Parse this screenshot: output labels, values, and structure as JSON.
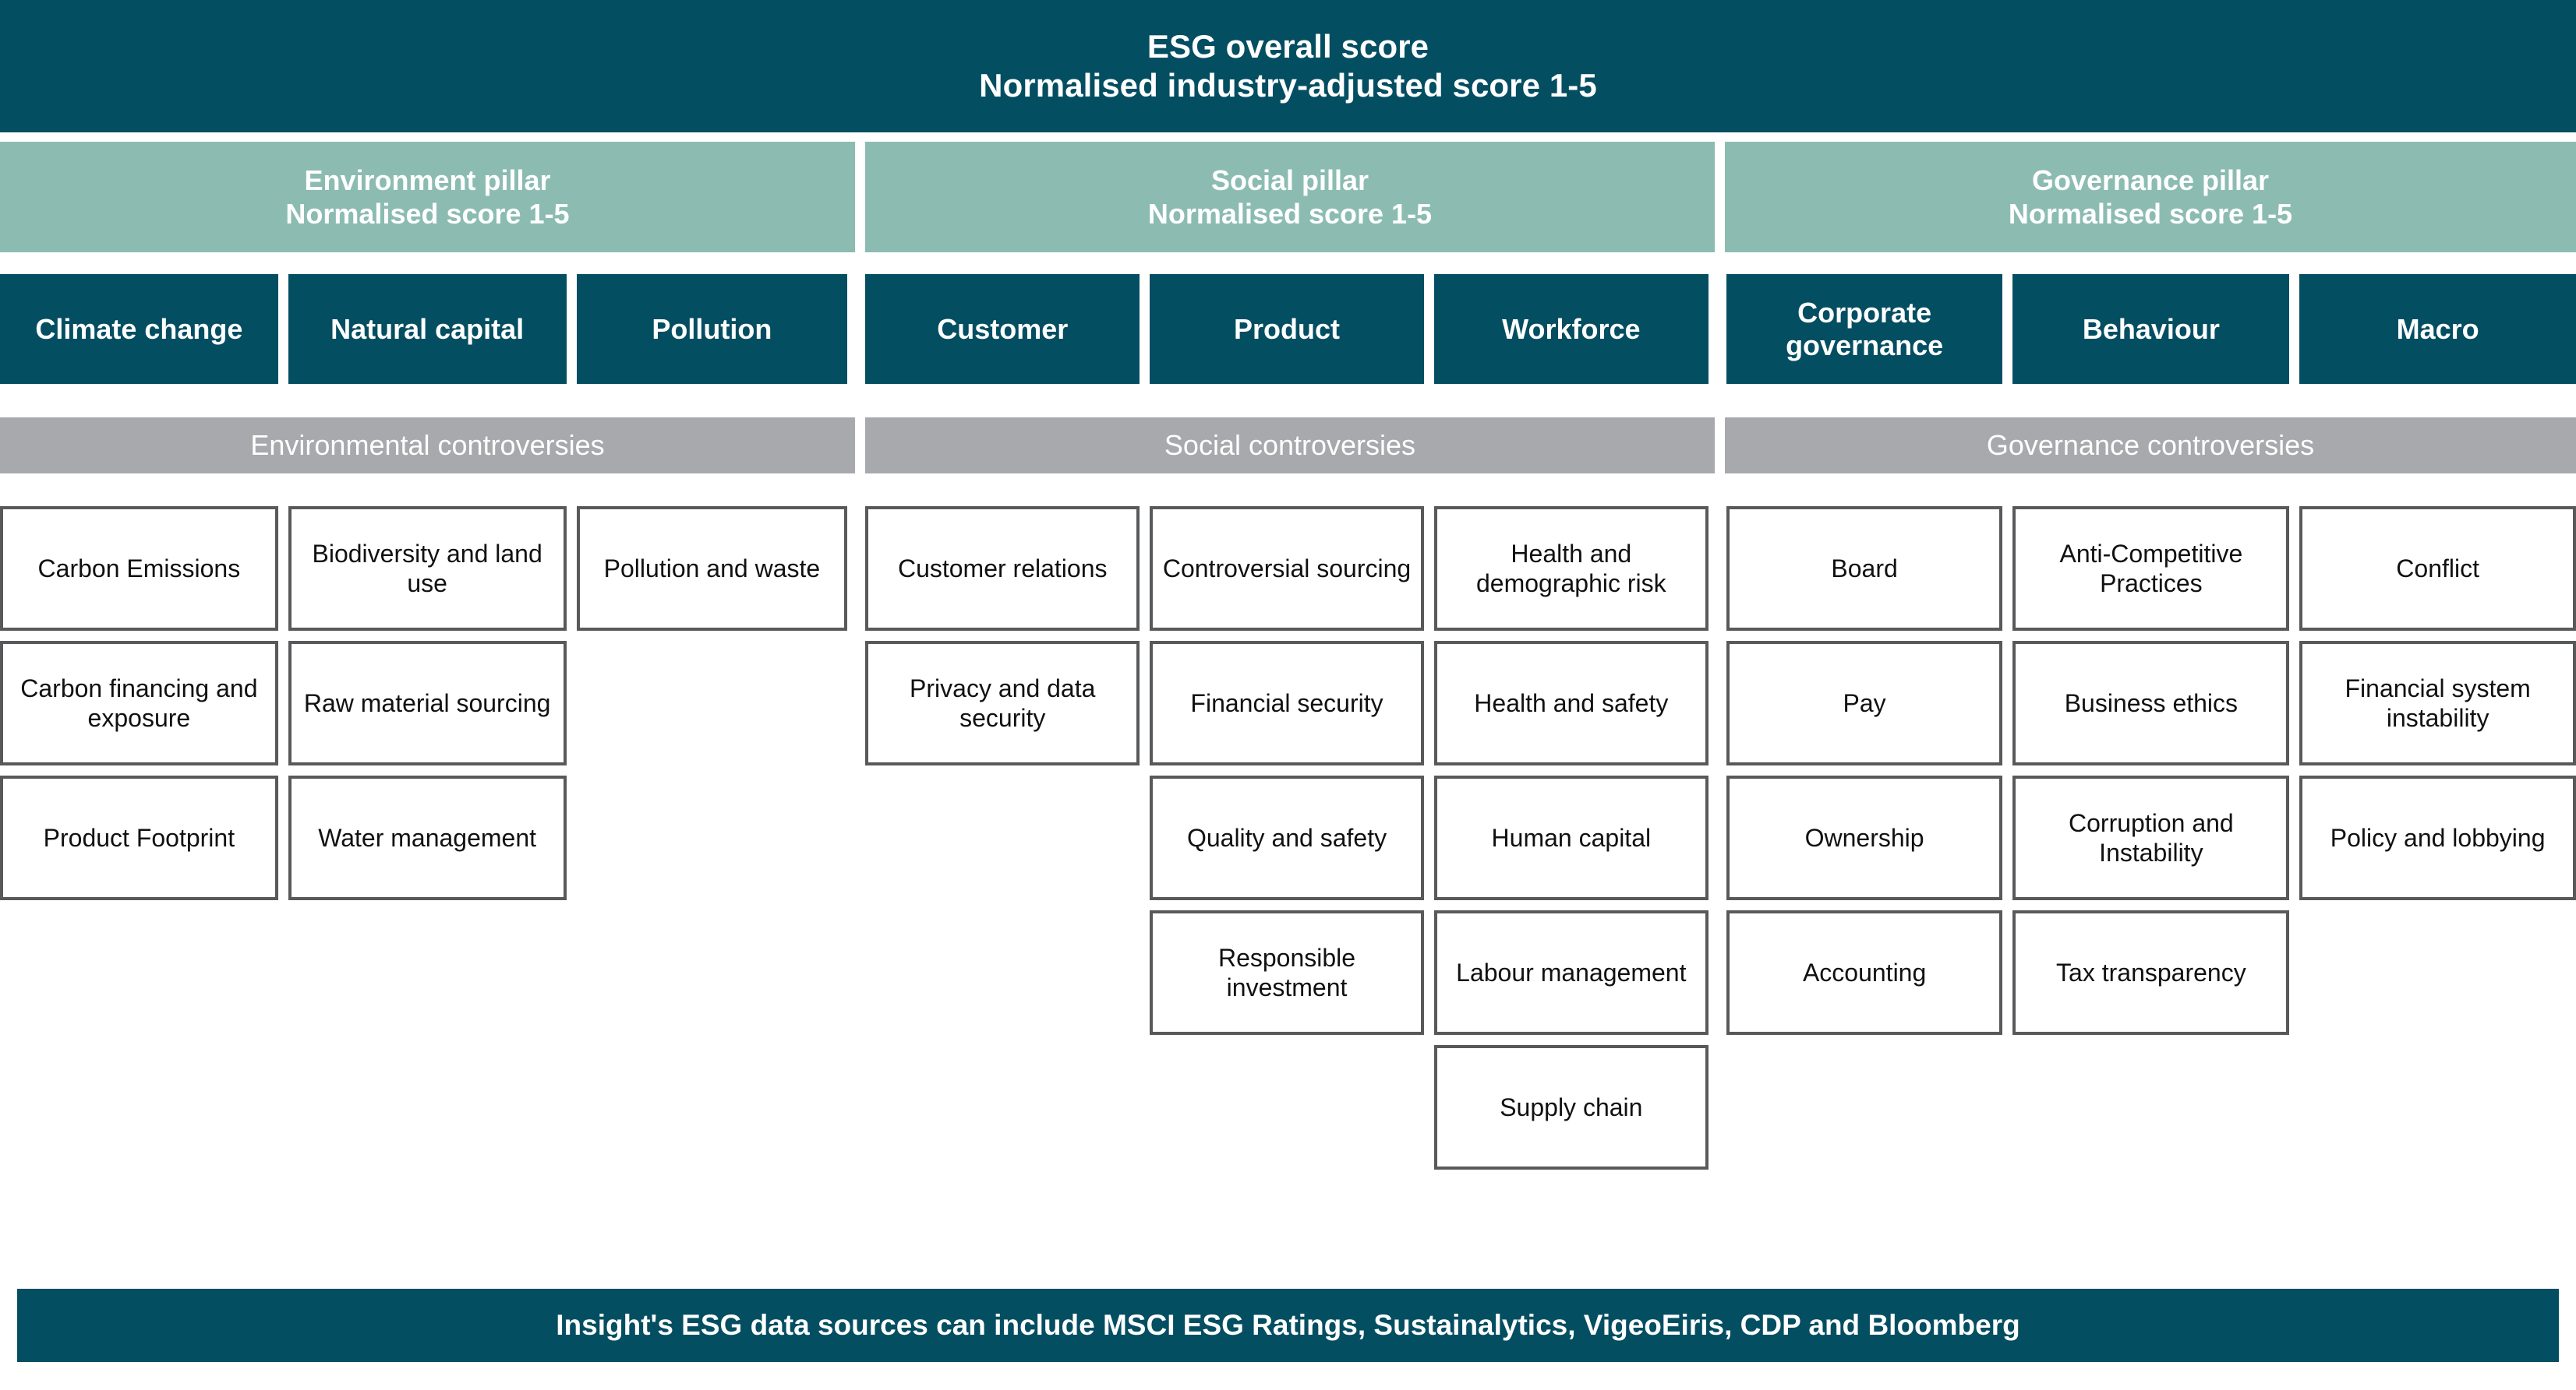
{
  "colors": {
    "teal": "#044e62",
    "sage": "#8cbcb1",
    "grey": "#a7a9ac",
    "leaf_border": "#58595b",
    "leaf_text": "#111111",
    "on_dark_text": "#ffffff"
  },
  "overall": {
    "line1": "ESG overall score",
    "line2": "Normalised industry-adjusted score 1-5"
  },
  "pillars": [
    {
      "key": "environment",
      "line1": "Environment pillar",
      "line2": "Normalised score 1-5"
    },
    {
      "key": "social",
      "line1": "Social pillar",
      "line2": "Normalised score 1-5"
    },
    {
      "key": "governance",
      "line1": "Governance pillar",
      "line2": "Normalised score 1-5"
    }
  ],
  "controversies": [
    {
      "key": "environment",
      "label": "Environmental controversies"
    },
    {
      "key": "social",
      "label": "Social controversies"
    },
    {
      "key": "governance",
      "label": "Governance controversies"
    }
  ],
  "themes": [
    {
      "key": "climate-change",
      "label": "Climate change",
      "pillar": "environment"
    },
    {
      "key": "natural-capital",
      "label": "Natural capital",
      "pillar": "environment"
    },
    {
      "key": "pollution",
      "label": "Pollution",
      "pillar": "environment"
    },
    {
      "key": "customer",
      "label": "Customer",
      "pillar": "social"
    },
    {
      "key": "product",
      "label": "Product",
      "pillar": "social"
    },
    {
      "key": "workforce",
      "label": "Workforce",
      "pillar": "social"
    },
    {
      "key": "corporate-governance",
      "label": "Corporate governance",
      "pillar": "governance"
    },
    {
      "key": "behaviour",
      "label": "Behaviour",
      "pillar": "governance"
    },
    {
      "key": "macro",
      "label": "Macro",
      "pillar": "governance"
    }
  ],
  "columns": [
    {
      "theme": "climate-change",
      "items": [
        "Carbon Emissions",
        "Carbon financing and exposure",
        "Product Footprint"
      ]
    },
    {
      "theme": "natural-capital",
      "items": [
        "Biodiversity and land use",
        "Raw material sourcing",
        "Water management"
      ]
    },
    {
      "theme": "pollution",
      "items": [
        "Pollution and waste"
      ]
    },
    {
      "theme": "customer",
      "items": [
        "Customer relations",
        "Privacy and data security"
      ]
    },
    {
      "theme": "product",
      "items": [
        "Controversial sourcing",
        "Financial security",
        "Quality and safety",
        "Responsible investment"
      ]
    },
    {
      "theme": "workforce",
      "items": [
        "Health and demographic risk",
        "Health and safety",
        "Human capital",
        "Labour management",
        "Supply chain"
      ]
    },
    {
      "theme": "corporate-governance",
      "items": [
        "Board",
        "Pay",
        "Ownership",
        "Accounting"
      ]
    },
    {
      "theme": "behaviour",
      "items": [
        "Anti-Competitive Practices",
        "Business ethics",
        "Corruption and Instability",
        "Tax transparency"
      ]
    },
    {
      "theme": "macro",
      "items": [
        "Conflict",
        "Financial system instability",
        "Policy and lobbying"
      ]
    }
  ],
  "footer": {
    "text": "Insight's ESG data sources can include MSCI ESG Ratings, Sustainalytics, VigeoEiris, CDP and Bloomberg"
  }
}
